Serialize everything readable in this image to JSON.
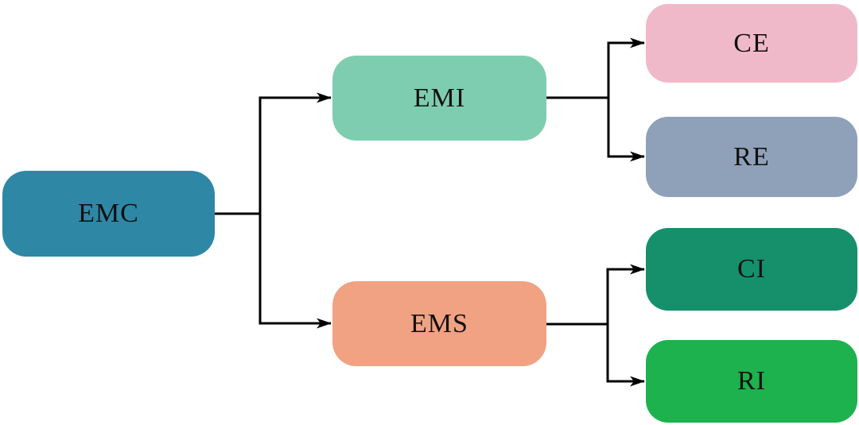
{
  "diagram": {
    "type": "tree",
    "background_color": "#ffffff",
    "line_color": "#000000",
    "text_color": "#111111",
    "nodes": {
      "emc": {
        "label": "EMC",
        "color": "#2e87a5",
        "level": 1
      },
      "emi": {
        "label": "EMI",
        "color": "#7fcdb1",
        "level": 2
      },
      "ems": {
        "label": "EMS",
        "color": "#f0a283",
        "level": 2
      },
      "ce": {
        "label": "CE",
        "color": "#f0b9c9",
        "level": 3
      },
      "re": {
        "label": "RE",
        "color": "#8fa0b9",
        "level": 3
      },
      "ci": {
        "label": "CI",
        "color": "#16906a",
        "level": 3
      },
      "ri": {
        "label": "RI",
        "color": "#1db24d",
        "level": 3
      }
    },
    "edges": [
      {
        "from": "EMC",
        "to": "EMI"
      },
      {
        "from": "EMC",
        "to": "EMS"
      },
      {
        "from": "EMI",
        "to": "CE"
      },
      {
        "from": "EMI",
        "to": "RE"
      },
      {
        "from": "EMS",
        "to": "CI"
      },
      {
        "from": "EMS",
        "to": "RI"
      }
    ]
  }
}
